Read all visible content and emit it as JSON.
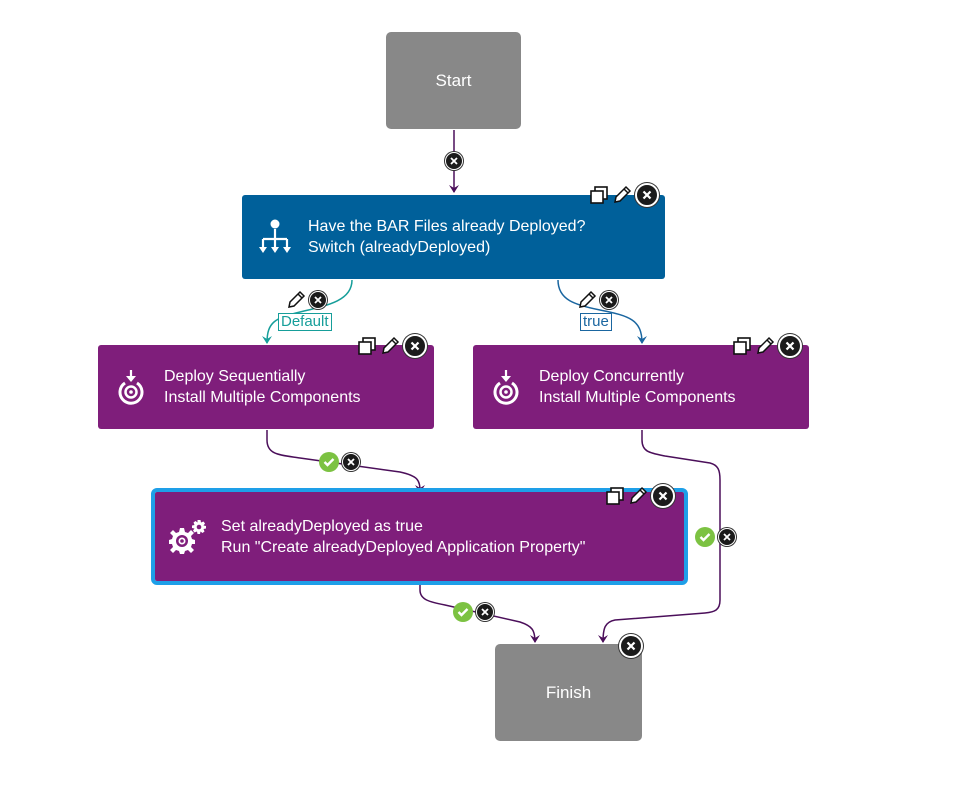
{
  "colors": {
    "terminal": "#888888",
    "switch": "#00609a",
    "task": "#7f1e7b",
    "selected_outline": "#1e9fe8",
    "edge": "#4b0f5a",
    "edge_default": "#169e9a",
    "edge_true": "#1a66a0",
    "success": "#7cc242"
  },
  "nodes": {
    "start": {
      "label": "Start"
    },
    "switch": {
      "icon": "switch-tree-icon",
      "title": "Have the BAR Files already Deployed?",
      "subtitle": "Switch (alreadyDeployed)"
    },
    "deploy_seq": {
      "icon": "install-components-icon",
      "title": "Deploy Sequentially",
      "subtitle": "Install Multiple Components"
    },
    "deploy_con": {
      "icon": "install-components-icon",
      "title": "Deploy Concurrently",
      "subtitle": "Install Multiple Components"
    },
    "set_prop": {
      "icon": "gears-icon",
      "title": "Set alreadyDeployed as true",
      "subtitle": "Run \"Create alreadyDeployed Application Property\"",
      "selected": true
    },
    "finish": {
      "label": "Finish"
    }
  },
  "edges": {
    "default_label": "Default",
    "true_label": "true"
  }
}
